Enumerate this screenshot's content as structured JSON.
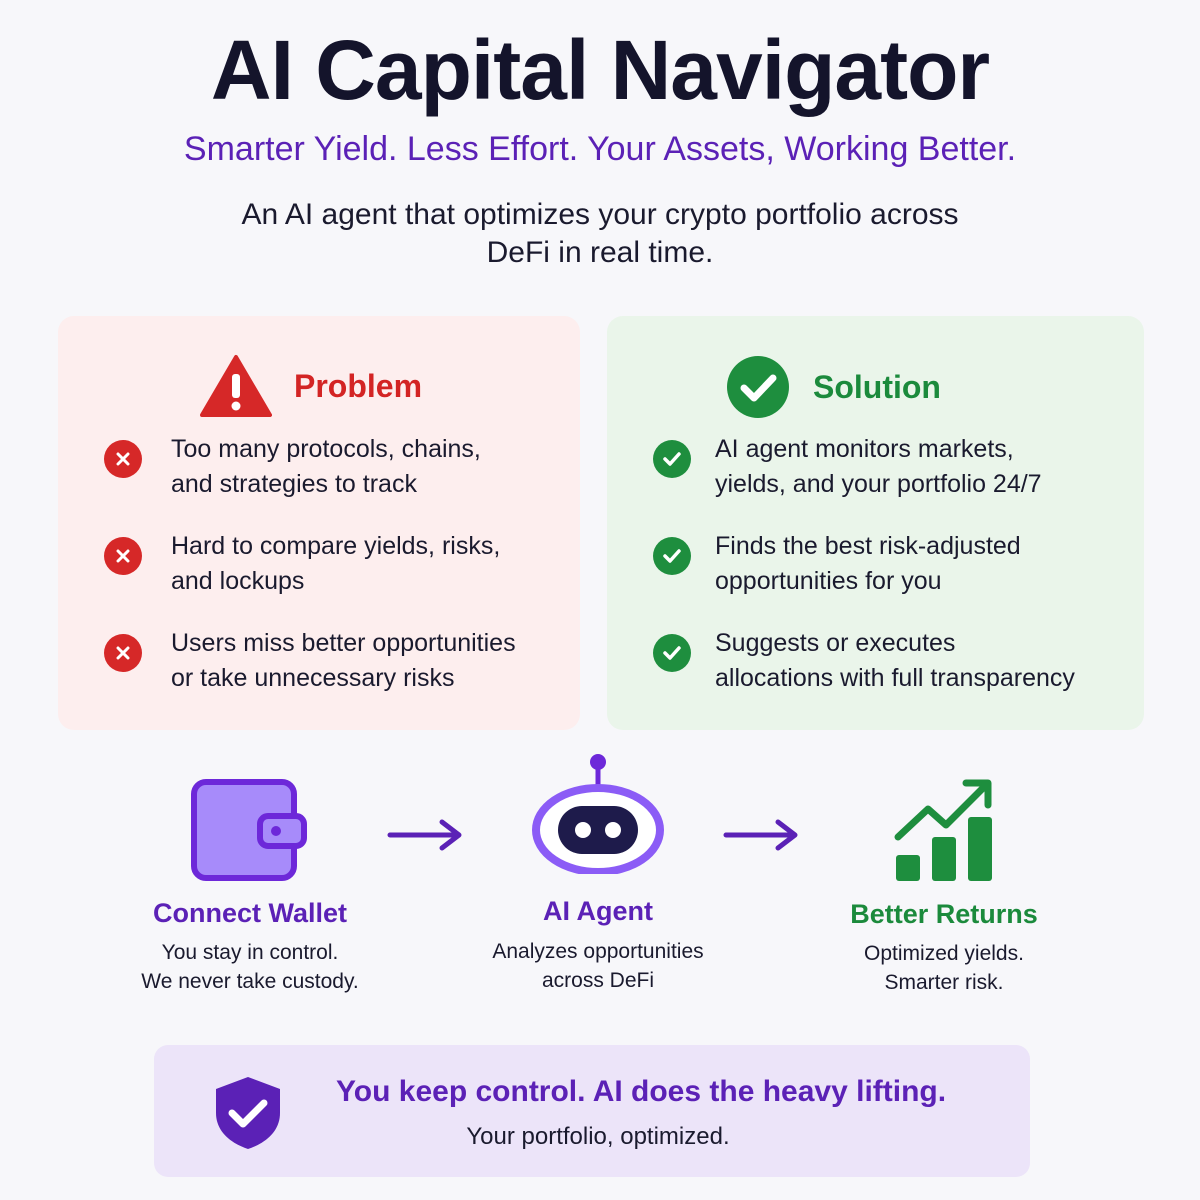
{
  "header": {
    "title": "AI Capital Navigator",
    "tagline": "Smarter Yield. Less Effort. Your Assets, Working Better.",
    "description_lines": [
      "An AI agent that optimizes your crypto portfolio across",
      "DeFi in real time."
    ]
  },
  "problem": {
    "label": "Problem",
    "icon": "warning-icon",
    "items": [
      {
        "lines": [
          "Too many protocols, chains,",
          "and strategies to track"
        ]
      },
      {
        "lines": [
          "Hard to compare yields, risks,",
          "and lockups"
        ]
      },
      {
        "lines": [
          "Users miss better opportunities",
          "or take unnecessary risks"
        ]
      }
    ]
  },
  "solution": {
    "label": "Solution",
    "icon": "check-circle-icon",
    "items": [
      {
        "lines": [
          "AI agent monitors markets,",
          "yields, and your portfolio 24/7"
        ]
      },
      {
        "lines": [
          "Finds the best risk-adjusted",
          "opportunities for you"
        ]
      },
      {
        "lines": [
          "Suggests or executes",
          "allocations with full transparency"
        ]
      }
    ]
  },
  "steps": [
    {
      "icon": "wallet-icon",
      "title": "Connect Wallet",
      "lines": [
        "You stay in control.",
        "We never take custody."
      ]
    },
    {
      "icon": "robot-icon",
      "title": "AI Agent",
      "lines": [
        "Analyzes opportunities",
        "across DeFi"
      ]
    },
    {
      "icon": "growth-chart-icon",
      "title": "Better Returns",
      "lines": [
        "Optimized yields.",
        "Smarter risk."
      ]
    }
  ],
  "banner": {
    "icon": "shield-check-icon",
    "headline": "You keep control. AI does the heavy lifting.",
    "subline": "Your portfolio, optimized."
  },
  "colors": {
    "purple": "#5b21b6",
    "red": "#d32424",
    "green": "#1b8a3c",
    "problem_bg": "#fdeeee",
    "solution_bg": "#eaf5ea",
    "banner_bg": "#ece4f9"
  }
}
